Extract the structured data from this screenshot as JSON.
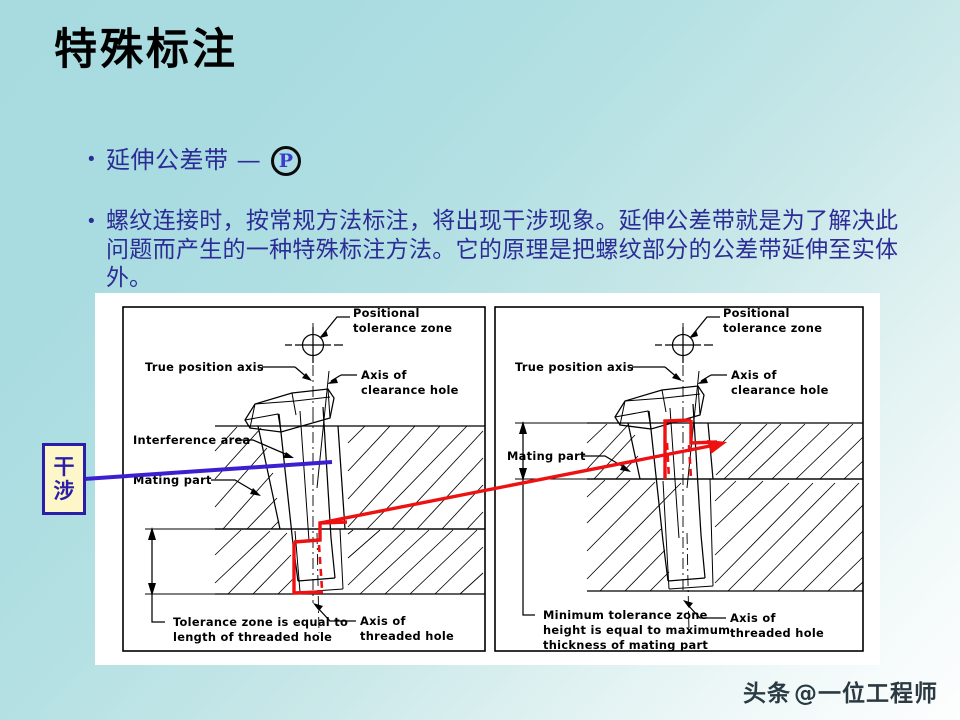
{
  "slide": {
    "title": "特殊标注",
    "background_top_color": "#a8dbe0",
    "background_bottom_color": "#fdfefe"
  },
  "bullets": [
    {
      "marker": "•",
      "text": "延伸公差带 —",
      "symbol": "P",
      "symbol_name": "projected-tolerance-zone-symbol",
      "text_color": "#2c2c96"
    },
    {
      "marker": "•",
      "text": "螺纹连接时，按常规方法标注，将出现干涉现象。延伸公差带就是为了解决此问题而产生的一种特殊标注方法。它的原理是把螺纹部分的公差带延伸至实体外。",
      "text_color": "#2c2c96"
    }
  ],
  "callout": {
    "line1": "干",
    "line2": "涉",
    "text_color": "#2b1fa8",
    "fill_color": "#fdf6c8",
    "border_color": "#2b1fa8",
    "leader_color": "#3b1fd0"
  },
  "figure": {
    "panel_background": "#ffffff",
    "accent_color": "#ee1111",
    "left_diagram": {
      "labels": {
        "positional_tolerance_zone_line1": "Positional",
        "positional_tolerance_zone_line2": "tolerance zone",
        "true_position_axis": "True position axis",
        "axis_of_clearance_hole_line1": "Axis of",
        "axis_of_clearance_hole_line2": "clearance hole",
        "interference_area": "Interference area",
        "mating_part": "Mating part",
        "bottom_note_line1": "Tolerance zone is equal to",
        "bottom_note_line2": "length of threaded hole",
        "axis_of_threaded_hole_line1": "Axis of",
        "axis_of_threaded_hole_line2": "threaded hole"
      }
    },
    "right_diagram": {
      "labels": {
        "positional_tolerance_zone_line1": "Positional",
        "positional_tolerance_zone_line2": "tolerance zone",
        "true_position_axis": "True position axis",
        "axis_of_clearance_hole_line1": "Axis of",
        "axis_of_clearance_hole_line2": "clearance hole",
        "mating_part": "Mating part",
        "bottom_note_line1": "Minimum tolerance zone",
        "bottom_note_line2": "height is equal to maximum",
        "bottom_note_line3": "thickness of mating part",
        "axis_of_threaded_hole_line1": "Axis of",
        "axis_of_threaded_hole_line2": "threaded hole"
      }
    }
  },
  "watermark": {
    "prefix": "头条",
    "handle": "@一位工程师"
  }
}
